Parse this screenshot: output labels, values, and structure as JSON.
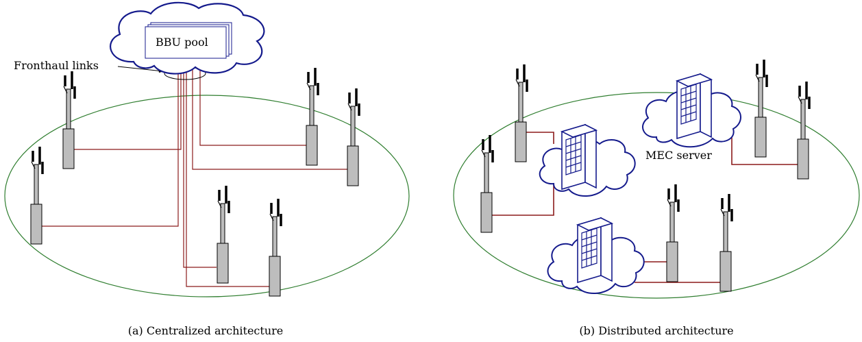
{
  "panel_a": {
    "cloud_label": "BBU pool",
    "links_label": "Fronthaul links",
    "caption": "(a) Centralized architecture"
  },
  "panel_b": {
    "server_label": "MEC server",
    "caption": "(b) Distributed architecture"
  },
  "colors": {
    "cell_ellipse": "#2e7d2e",
    "cloud": "#141a8c",
    "link": "#8b1a1a",
    "tower_fill": "#bdbdbd",
    "server_outline": "#141a8c"
  }
}
